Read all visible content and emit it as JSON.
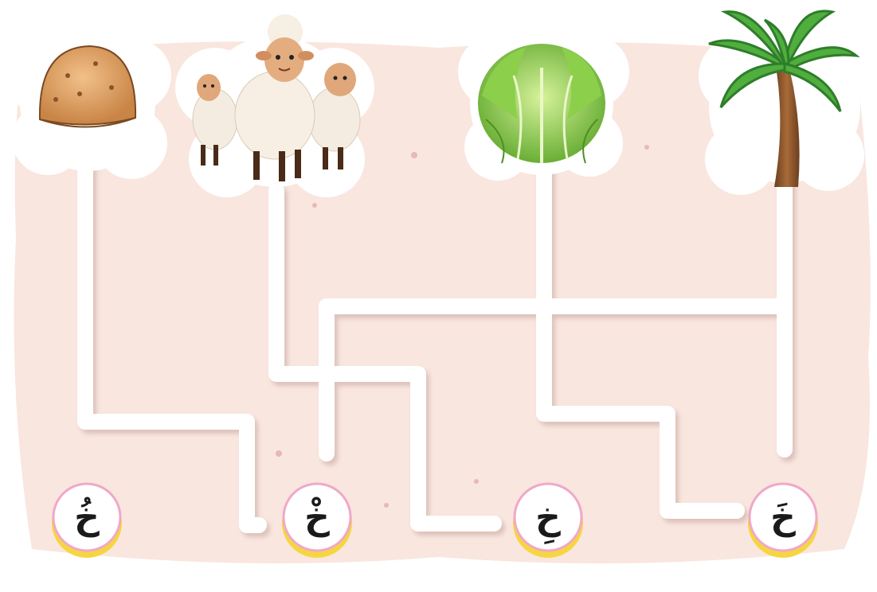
{
  "game": {
    "type": "letter-maze",
    "pictures": [
      {
        "icon": "bread-icon",
        "depicts": "bread"
      },
      {
        "icon": "sheep-icon",
        "depicts": "sheep"
      },
      {
        "icon": "lettuce-icon",
        "depicts": "lettuce"
      },
      {
        "icon": "palm-tree-icon",
        "depicts": "palm tree"
      }
    ],
    "letters": [
      "خُ",
      "خْ",
      "خِ",
      "خَ"
    ],
    "colors": {
      "background_pink": "#f9e6df",
      "path": "#ffffff",
      "badge_border": "#f0a8c8",
      "badge_lace": "#f5d640"
    }
  }
}
